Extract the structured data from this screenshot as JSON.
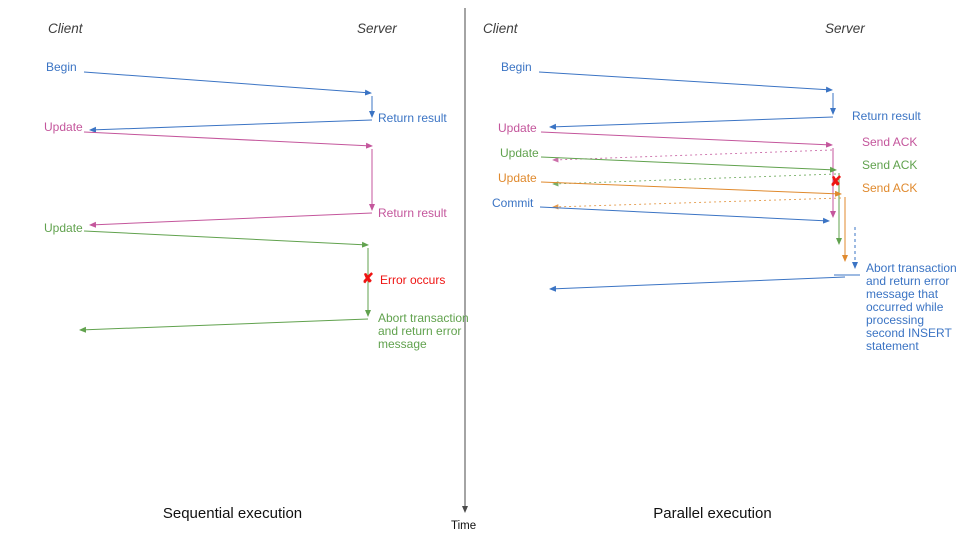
{
  "colors": {
    "blue": "#3b74c4",
    "pink": "#c4569c",
    "green": "#61a24e",
    "orange": "#e08a2e",
    "red": "#ee1412",
    "axis": "#4a4a4a"
  },
  "icons": {
    "error_x": "✘"
  },
  "time_axis": {
    "label": "Time"
  },
  "left": {
    "client_header": "Client",
    "server_header": "Server",
    "labels": {
      "begin": "Begin",
      "return_result_1": "Return result",
      "update_1": "Update",
      "return_result_2": "Return result",
      "update_2": "Update",
      "error": "Error occurs",
      "abort": "Abort transaction and return error message"
    },
    "caption": "Sequential execution"
  },
  "right": {
    "client_header": "Client",
    "server_header": "Server",
    "labels": {
      "begin": "Begin",
      "return_result": "Return result",
      "update_1": "Update",
      "send_ack_1": "Send ACK",
      "update_2": "Update",
      "send_ack_2": "Send ACK",
      "update_3": "Update",
      "send_ack_3": "Send ACK",
      "commit": "Commit",
      "abort": "Abort transaction and return error message that occurred while processing second INSERT statement"
    },
    "caption": "Parallel execution"
  }
}
